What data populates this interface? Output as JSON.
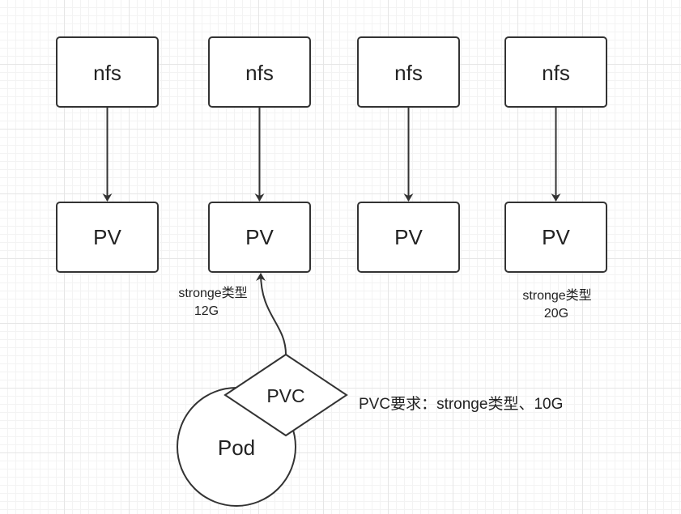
{
  "nodes": {
    "nfs": [
      "nfs",
      "nfs",
      "nfs",
      "nfs"
    ],
    "pv": [
      "PV",
      "PV",
      "PV",
      "PV"
    ],
    "pod": "Pod",
    "pvc": "PVC"
  },
  "annotations": {
    "pv2_type": "stronge类型",
    "pv2_size": "12G",
    "pv4_type": "stronge类型",
    "pv4_size": "20G",
    "pvc_requirement": "PVC要求：stronge类型、10G"
  },
  "colors": {
    "stroke": "#333333",
    "fill": "#ffffff",
    "grid": "#e6e6e6"
  }
}
